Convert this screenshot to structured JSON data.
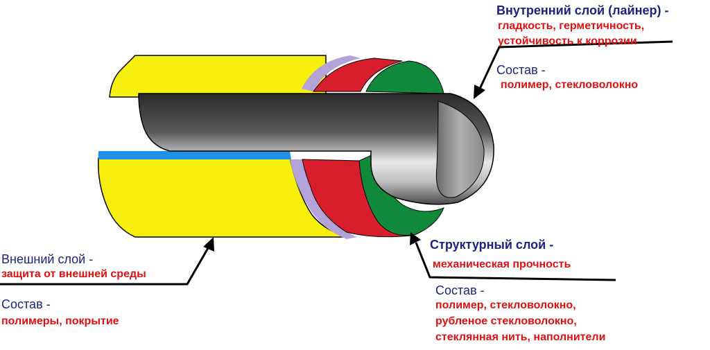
{
  "colors": {
    "outer_layer": "#f7ef0e",
    "blue_stripe": "#1e90e8",
    "lavender_layer": "#b3a3d8",
    "red_layer": "#d81e2c",
    "green_layer": "#108a3a",
    "liner_dark": "#2a2a2a",
    "liner_light": "#e8e8e8",
    "title_text": "#1a237e",
    "accent_text": "#e01010"
  },
  "labels": {
    "inner_title": "Внутренний слой (лайнер) -",
    "inner_desc_1": "гладкость, герметичность,",
    "inner_desc_2": "устойчивость к коррозии",
    "inner_comp_title": "Состав -",
    "inner_comp_desc": "полимер, стекловолокно",
    "outer_title": "Внешний слой -",
    "outer_desc": "защита от внешней среды",
    "outer_comp_title": "Состав -",
    "outer_comp_desc": "полимеры, покрытие",
    "struct_title": "Структурный слой -",
    "struct_desc": "механическая прочность",
    "struct_comp_title": "Состав -",
    "struct_comp_1": "полимер, стекловолокно,",
    "struct_comp_2": "рубленое стекловолокно,",
    "struct_comp_3": "стеклянная нить, наполнители"
  }
}
